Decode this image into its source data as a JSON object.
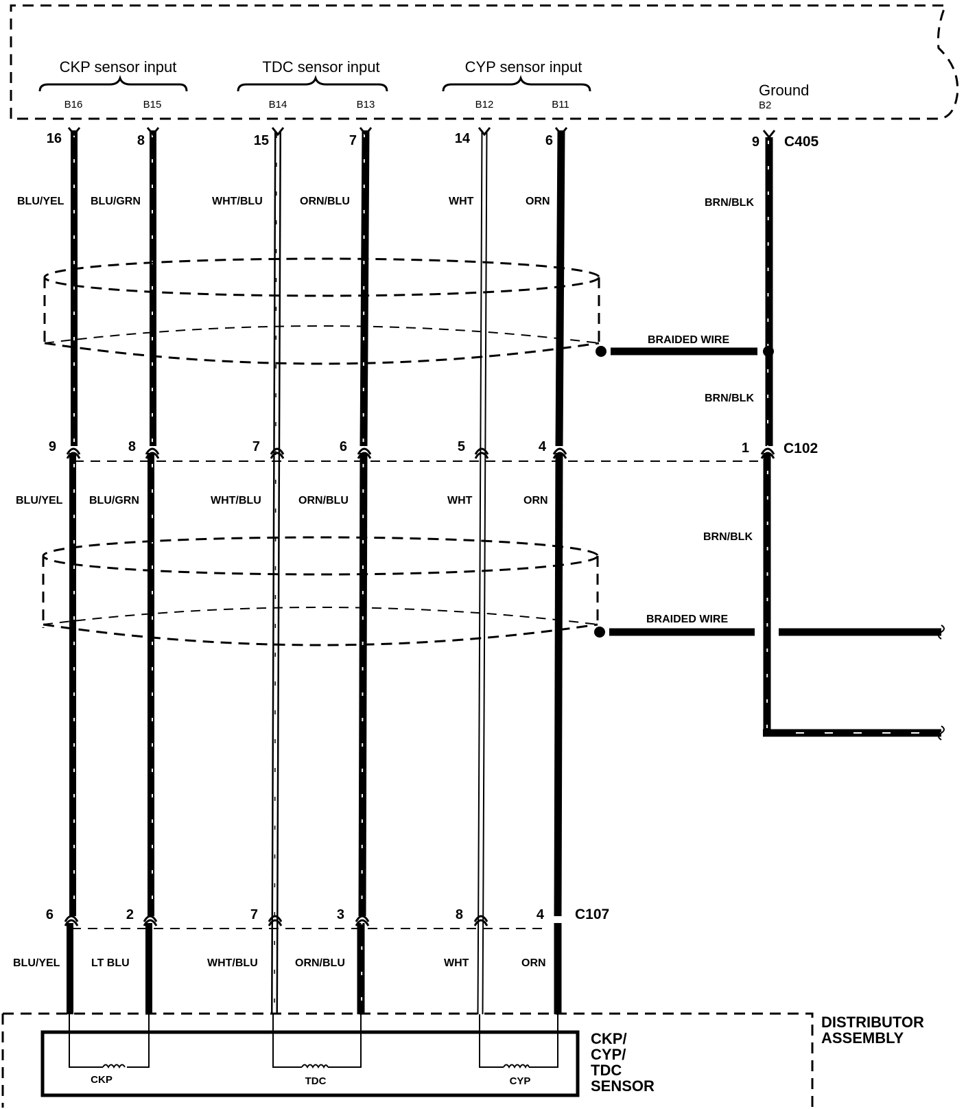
{
  "ecm": {
    "groups": [
      {
        "label": "CKP sensor input",
        "pins": [
          "B16",
          "B15"
        ]
      },
      {
        "label": "TDC sensor input",
        "pins": [
          "B14",
          "B13"
        ]
      },
      {
        "label": "CYP sensor input",
        "pins": [
          "B12",
          "B11"
        ]
      }
    ],
    "ground": {
      "label": "Ground",
      "pin": "B2"
    }
  },
  "connectors": {
    "c405": {
      "name": "C405",
      "pins": [
        "16",
        "8",
        "15",
        "7",
        "14",
        "6",
        "9"
      ]
    },
    "c102": {
      "name": "C102",
      "pins": [
        "9",
        "8",
        "7",
        "6",
        "5",
        "4",
        "1"
      ]
    },
    "c107": {
      "name": "C107",
      "pins": [
        "6",
        "2",
        "7",
        "3",
        "8",
        "4"
      ]
    }
  },
  "wire_colors": {
    "upper": [
      "BLU/YEL",
      "BLU/GRN",
      "WHT/BLU",
      "ORN/BLU",
      "WHT",
      "ORN",
      "BRN/BLK"
    ],
    "ground_mid": "BRN/BLK",
    "middle": [
      "BLU/YEL",
      "BLU/GRN",
      "WHT/BLU",
      "ORN/BLU",
      "WHT",
      "ORN",
      "BRN/BLK"
    ],
    "lower": [
      "BLU/YEL",
      "LT BLU",
      "WHT/BLU",
      "ORN/BLU",
      "WHT",
      "ORN"
    ]
  },
  "braided_wire": {
    "label1": "BRAIDED WIRE",
    "label2": "BRAIDED WIRE"
  },
  "distributor": {
    "assembly": [
      "DISTRIBUTOR",
      "ASSEMBLY"
    ],
    "sensor": [
      "CKP/",
      "CYP/",
      "TDC",
      "SENSOR"
    ],
    "coils": [
      "CKP",
      "TDC",
      "CYP"
    ]
  }
}
